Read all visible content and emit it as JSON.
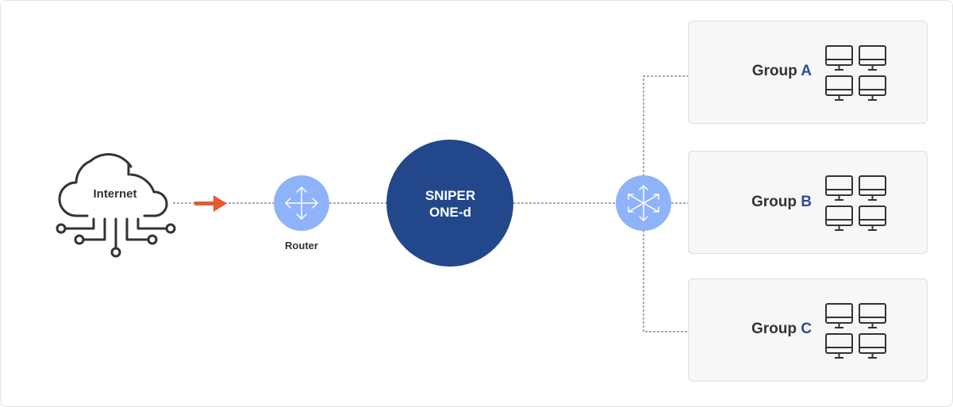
{
  "diagram": {
    "internet_label": "Internet",
    "router_label": "Router",
    "core_line1": "SNIPER",
    "core_line2": "ONE-d",
    "groups": [
      {
        "prefix": "Group",
        "letter": "A"
      },
      {
        "prefix": "Group",
        "letter": "B"
      },
      {
        "prefix": "Group",
        "letter": "C"
      }
    ],
    "icons": {
      "cloud": "cloud-circuit-icon",
      "arrow": "right-arrow-icon",
      "router": "router-icon",
      "switch": "switch-icon",
      "monitor": "monitor-icon"
    },
    "colors": {
      "core": "#22478b",
      "node": "#8fb3f8",
      "arrow": "#e65a2e",
      "group_letter": "#2c4c95",
      "text": "#333333"
    }
  }
}
